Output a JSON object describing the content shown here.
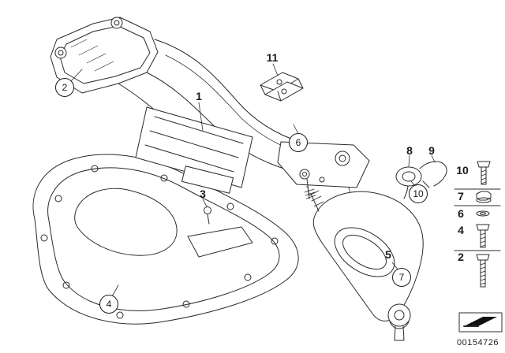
{
  "callouts": [
    {
      "label": "1",
      "circled": false
    },
    {
      "label": "2",
      "circled": true
    },
    {
      "label": "3",
      "circled": false
    },
    {
      "label": "4",
      "circled": true
    },
    {
      "label": "5",
      "circled": false
    },
    {
      "label": "6",
      "circled": true
    },
    {
      "label": "7",
      "circled": true
    },
    {
      "label": "8",
      "circled": false
    },
    {
      "label": "9",
      "circled": false
    },
    {
      "label": "10",
      "circled": true
    },
    {
      "label": "11",
      "circled": false
    }
  ],
  "fasteners": [
    {
      "label": "10",
      "icon": "bolt-icon"
    },
    {
      "label": "7",
      "icon": "flange-nut-icon"
    },
    {
      "label": "6",
      "icon": "washer-icon"
    },
    {
      "label": "4",
      "icon": "bolt-icon"
    },
    {
      "label": "2",
      "icon": "long-bolt-icon"
    }
  ],
  "footer": {
    "image_id": "00154726",
    "direction_icon": "direction-arrow-icon"
  },
  "colors": {
    "background": "#ffffff",
    "line": "#2b2b2b",
    "text": "#1a1a1a"
  }
}
